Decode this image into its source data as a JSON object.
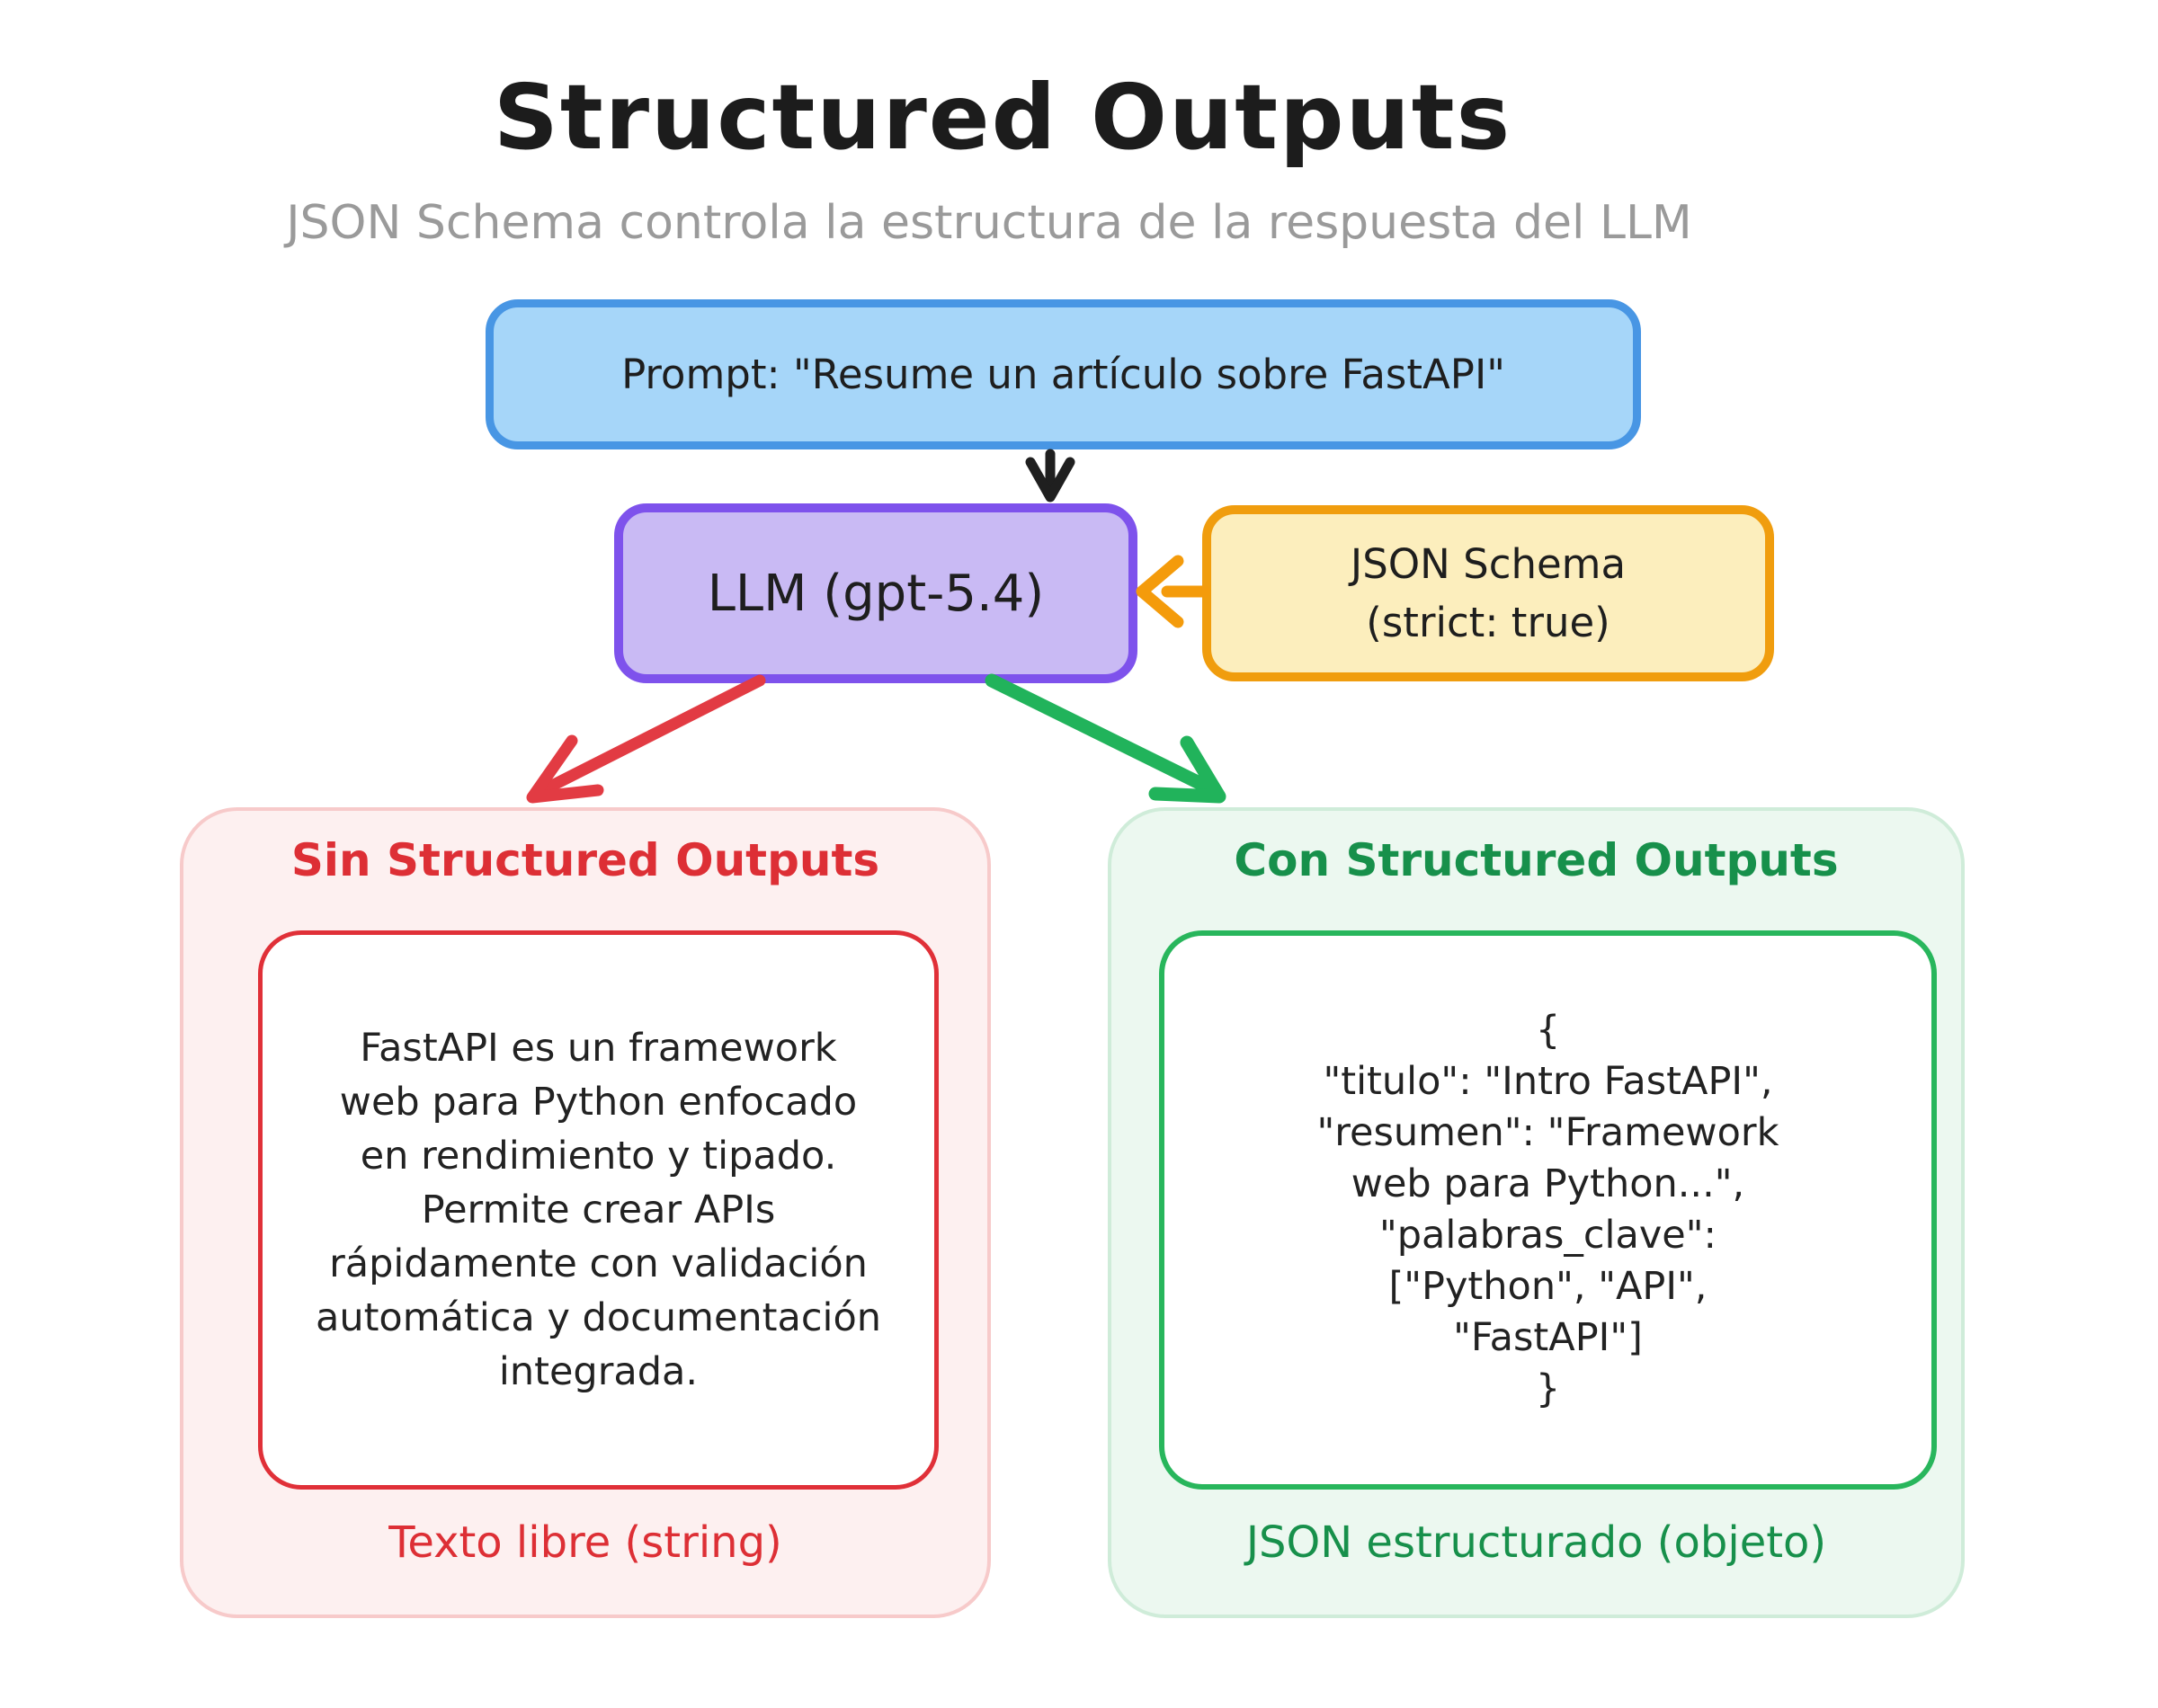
{
  "title": "Structured Outputs",
  "subtitle": "JSON Schema controla la estructura de la respuesta del LLM",
  "flow": {
    "prompt_label": "Prompt: \"Resume un artículo sobre FastAPI\"",
    "llm_label": "LLM (gpt-5.4)",
    "schema_label": "JSON Schema\n(strict: true)"
  },
  "left_panel": {
    "header": "Sin Structured Outputs",
    "body": "FastAPI es un framework\nweb para Python enfocado\nen rendimiento y tipado.\nPermite crear APIs\nrápidamente con validación\nautomática y documentación\nintegrada.",
    "footer": "Texto libre (string)"
  },
  "right_panel": {
    "header": "Con Structured Outputs",
    "json": "{\n\"titulo\": \"Intro FastAPI\",\n\"resumen\": \"Framework\nweb para Python...\",\n\"palabras_clave\":\n[\"Python\", \"API\",\n\"FastAPI\"]\n}",
    "footer": "JSON estructurado (objeto)"
  },
  "colors": {
    "prompt_fill": "#a6d6f9",
    "prompt_border": "#4896e4",
    "llm_fill": "#c9baf4",
    "llm_border": "#7e52ec",
    "schema_fill": "#fceebd",
    "schema_border": "#f09d0e",
    "arrow_black": "#1f1f1f",
    "arrow_orange": "#f49b0b",
    "arrow_red": "#e23b43",
    "arrow_green": "#21b35b",
    "left_accent": "#dd2f35",
    "right_accent": "#17904b"
  }
}
